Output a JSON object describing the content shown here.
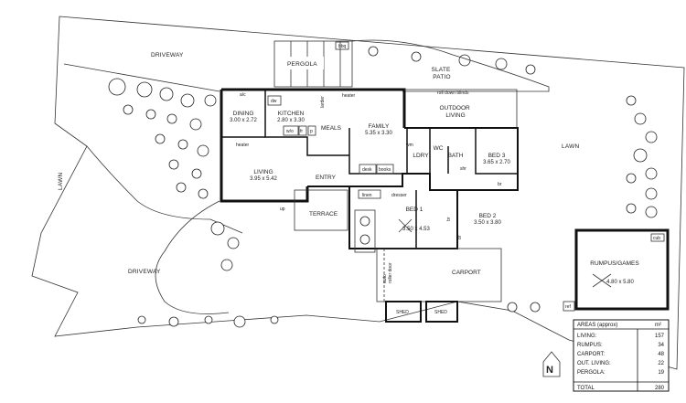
{
  "yard_labels": {
    "driveway_top": "DRIVEWAY",
    "driveway_bottom": "DRIVEWAY",
    "lawn_left": "LAWN",
    "lawn_right": "LAWN",
    "pergola": "PERGOLA",
    "bbq": "bbq",
    "slate_patio": "SLATE\nPATIO",
    "roll_down_blinds": "roll down blinds",
    "outdoor_living": "OUTDOOR\nLIVING",
    "terrace": "TERRACE",
    "carport": "CARPORT",
    "shed_1": "SHED",
    "shed_2": "SHED",
    "roller_door": "auto\nroller door",
    "up": "up"
  },
  "rooms": {
    "dining": {
      "name": "DINING",
      "size": "3.00 x 2.72"
    },
    "kitchen": {
      "name": "KITCHEN",
      "size": "2.80 x 3.30"
    },
    "meals": {
      "name": "MEALS"
    },
    "family": {
      "name": "FAMILY",
      "size": "5.35 x 3.30"
    },
    "living": {
      "name": "LIVING",
      "size": "3.95 x 5.42"
    },
    "entry": {
      "name": "ENTRY"
    },
    "ldry": {
      "name": "LDRY"
    },
    "wc": {
      "name": "WC"
    },
    "bath": {
      "name": "BATH"
    },
    "bed3": {
      "name": "BED 3",
      "size": "3.65 x 2.70"
    },
    "bed1": {
      "name": "BED 1",
      "size": "3.50 x 4.53"
    },
    "bed2": {
      "name": "BED 2",
      "size": "3.50 x 3.80"
    },
    "rumpus": {
      "name": "RUMPUS/GAMES",
      "size": "4.80 x 5.80"
    }
  },
  "fixtures": {
    "ac": "a/c",
    "dw": "dw",
    "heater_1": "heater",
    "heater_2": "heater",
    "wo": "w/o",
    "fr": "fr",
    "p": "p",
    "larder": "larder",
    "desk": "desk",
    "books": "books",
    "wm": "wm",
    "shr": "shr",
    "br_1": "br",
    "br_2": "br",
    "br_3": "br",
    "linen": "linen",
    "dresser": "dresser",
    "cub": "cub",
    "ref": "ref"
  },
  "areas_table": {
    "title": "AREAS (approx)",
    "unit": "m²",
    "rows": [
      {
        "label": "LIVING:",
        "value": "157"
      },
      {
        "label": "RUMPUS:",
        "value": "34"
      },
      {
        "label": "CARPORT:",
        "value": "48"
      },
      {
        "label": "OUT. LIVING:",
        "value": "22"
      },
      {
        "label": "PERGOLA:",
        "value": "19"
      }
    ],
    "total_label": "TOTAL",
    "total_value": "280"
  },
  "north_arrow": "N"
}
